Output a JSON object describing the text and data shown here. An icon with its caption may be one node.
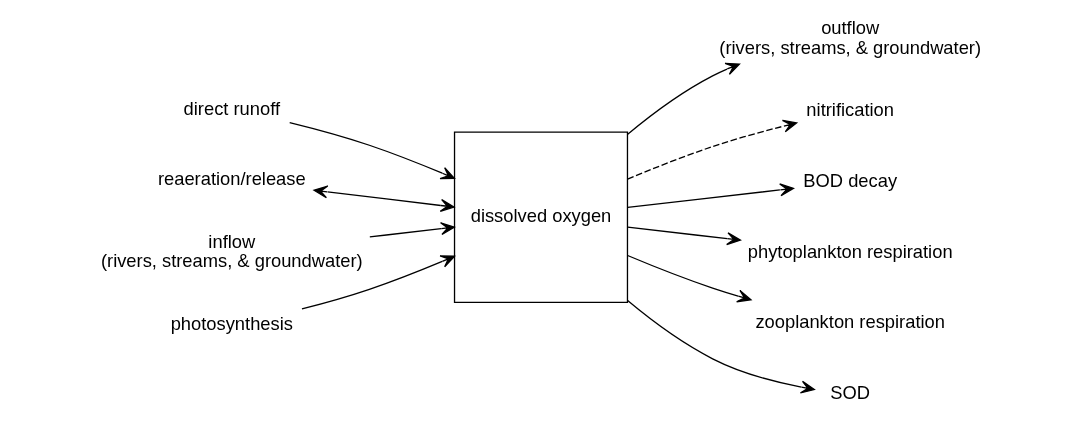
{
  "diagram": {
    "nodes": [
      {
        "text": [
          "dissolved oxygen"
        ]
      },
      {
        "text": [
          "direct runoff"
        ]
      },
      {
        "text": [
          "reaeration/release"
        ]
      },
      {
        "text": [
          "inflow",
          "(rivers, streams, & groundwater)"
        ]
      },
      {
        "text": [
          "photosynthesis"
        ]
      },
      {
        "text": [
          "outflow",
          "(rivers, streams, & groundwater)"
        ]
      },
      {
        "text": [
          "nitrification"
        ]
      },
      {
        "text": [
          "BOD decay"
        ]
      },
      {
        "text": [
          "phytoplankton respiration"
        ]
      },
      {
        "text": [
          "zooplankton respiration"
        ]
      },
      {
        "text": [
          "SOD"
        ]
      }
    ],
    "edges": [
      {
        "from": 1,
        "to": 0,
        "arrow": "to"
      },
      {
        "from": 2,
        "to": 0,
        "arrow": "both"
      },
      {
        "from": 3,
        "to": 0,
        "arrow": "to"
      },
      {
        "from": 4,
        "to": 0,
        "arrow": "to"
      },
      {
        "from": 0,
        "to": 5,
        "arrow": "to"
      },
      {
        "from": 0,
        "to": 6,
        "arrow": "to",
        "style": "dashed"
      },
      {
        "from": 0,
        "to": 7,
        "arrow": "to"
      },
      {
        "from": 0,
        "to": 8,
        "arrow": "to"
      },
      {
        "from": 0,
        "to": 9,
        "arrow": "to"
      },
      {
        "from": 0,
        "to": 10,
        "arrow": "to"
      }
    ]
  }
}
